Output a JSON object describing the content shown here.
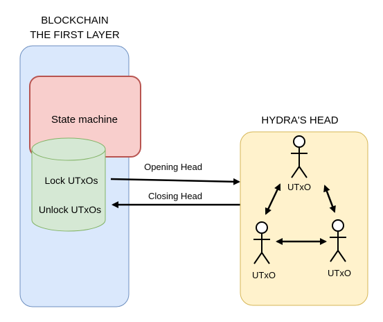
{
  "left_panel": {
    "title_line1": "BLOCKCHAIN",
    "title_line2": "THE FIRST LAYER",
    "state_machine_label": "State machine",
    "cylinder_line1": "Lock UTxOs",
    "cylinder_line2": "Unlock UTxOs"
  },
  "arrows": {
    "opening_label": "Opening Head",
    "closing_label": "Closing Head"
  },
  "right_panel": {
    "title": "HYDRA'S HEAD",
    "actors": [
      {
        "label": "UTxO"
      },
      {
        "label": "UTxO"
      },
      {
        "label": "UTxO"
      }
    ]
  },
  "colors": {
    "blockchain_fill": "#dae8fc",
    "blockchain_stroke": "#6c8ebf",
    "state_fill": "#f8cecc",
    "state_stroke": "#b85450",
    "cylinder_fill": "#d5e8d4",
    "cylinder_stroke": "#82b366",
    "head_fill": "#fff2cc",
    "head_stroke": "#d6b656"
  }
}
